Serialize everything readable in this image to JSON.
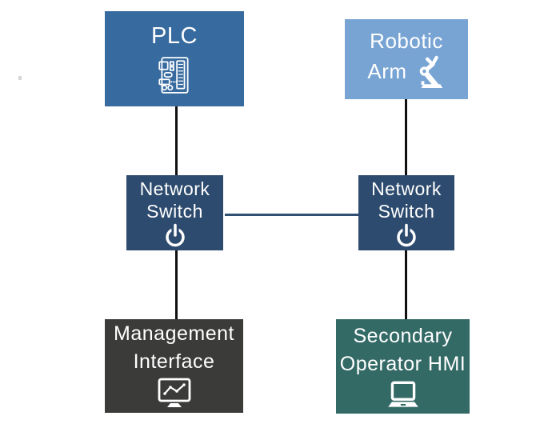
{
  "diagram": {
    "type": "network-topology",
    "background": "#FFFFFF",
    "nodes": {
      "plc": {
        "label": "PLC",
        "icon": "circuit-board-icon",
        "color": "#376A9F"
      },
      "robotic_arm": {
        "label_line1": "Robotic",
        "label_line2": "Arm",
        "icon": "robotic-arm-icon",
        "color": "#78A4D4"
      },
      "network_switch_left": {
        "label_line1": "Network",
        "label_line2": "Switch",
        "icon": "power-icon",
        "color": "#2D4B6E"
      },
      "network_switch_right": {
        "label_line1": "Network",
        "label_line2": "Switch",
        "icon": "power-icon",
        "color": "#2D4B6E"
      },
      "management_interface": {
        "label_line1": "Management",
        "label_line2": "Interface",
        "icon": "monitor-chart-icon",
        "color": "#3B3B3A"
      },
      "secondary_operator_hmi": {
        "label_line1": "Secondary",
        "label_line2": "Operator HMI",
        "icon": "laptop-icon",
        "color": "#346A66"
      }
    },
    "edges": [
      {
        "from": "plc",
        "to": "network_switch_left",
        "color": "#111111"
      },
      {
        "from": "robotic_arm",
        "to": "network_switch_right",
        "color": "#111111"
      },
      {
        "from": "network_switch_left",
        "to": "network_switch_right",
        "color": "#2F4F73"
      },
      {
        "from": "network_switch_left",
        "to": "management_interface",
        "color": "#111111"
      },
      {
        "from": "network_switch_right",
        "to": "secondary_operator_hmi",
        "color": "#111111"
      }
    ],
    "text_color": "#FFFFFF"
  }
}
